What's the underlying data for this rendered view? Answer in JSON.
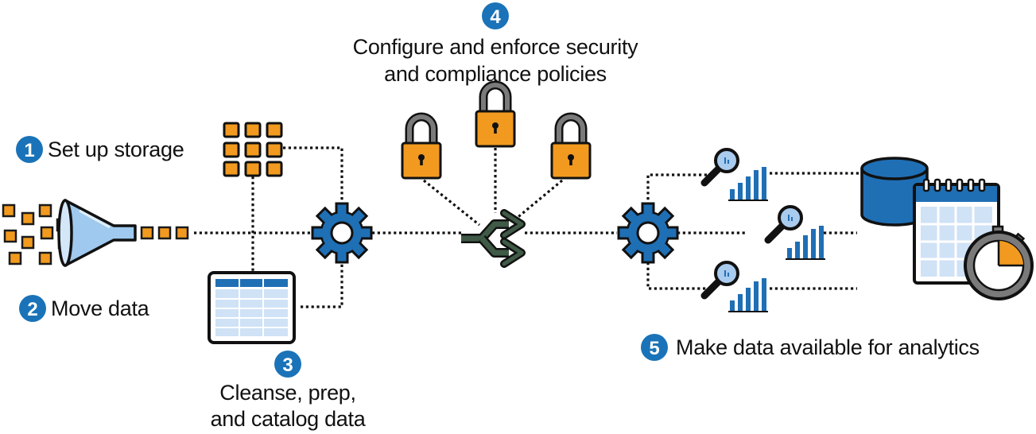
{
  "steps": [
    {
      "number": "1",
      "label": "Set up storage"
    },
    {
      "number": "2",
      "label": "Move data"
    },
    {
      "number": "3",
      "label_lines": [
        "Cleanse, prep,",
        "and catalog data"
      ]
    },
    {
      "number": "4",
      "label_lines": [
        "Configure and enforce security",
        "and compliance policies"
      ]
    },
    {
      "number": "5",
      "label": "Make data available for analytics"
    }
  ],
  "colors": {
    "step_badge": "#1a73b8",
    "gear": "#1f6fb5",
    "block": "#f29a1f",
    "lock_body": "#f29a1f",
    "shackle": "#6b6b6b",
    "funnel": "#9fc9ee",
    "magnifier_lens": "#a9cbee",
    "timer_fill": "#f29a1f",
    "connector": "#111111"
  },
  "icons": [
    "funnel-icon",
    "data-blocks-icon",
    "grid-icon",
    "table-icon",
    "gear-icon",
    "padlock-icon",
    "split-arrows-icon",
    "magnifier-icon",
    "bar-chart-icon",
    "database-icon",
    "calendar-icon",
    "stopwatch-icon"
  ]
}
